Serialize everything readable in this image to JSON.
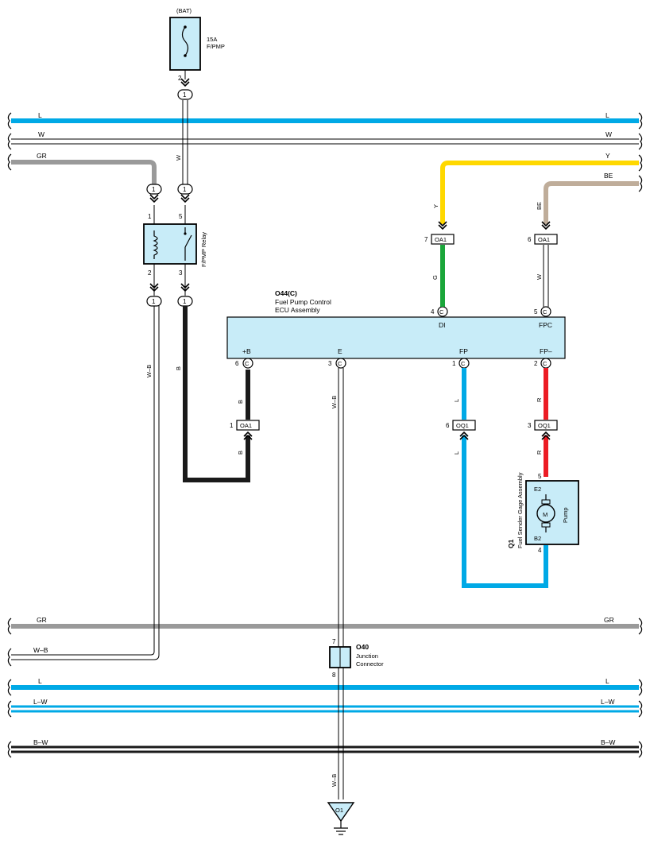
{
  "fuse": {
    "source": "(BAT)",
    "rating": "15A",
    "name": "F/PMP",
    "pin": "2"
  },
  "relay": {
    "name": "F/PMP Relay",
    "pins": {
      "p1": "1",
      "p2": "2",
      "p3": "3",
      "p5": "5"
    }
  },
  "ecu": {
    "code": "O44(C)",
    "name_line1": "Fuel Pump Control",
    "name_line2": "ECU Assembly",
    "terminals": {
      "di": "DI",
      "fpc": "FPC",
      "plusb": "+B",
      "e": "E",
      "fp": "FP",
      "fpminus": "FP–"
    },
    "pins": {
      "di": "4",
      "fpc": "5",
      "plusb": "6",
      "e": "3",
      "fp": "1",
      "fpminus": "2"
    },
    "conn_letter": "C"
  },
  "pump": {
    "code": "Q1",
    "name": "Fuel Sender Gage Assembly",
    "e2": "E2",
    "b2": "B2",
    "motor": "M",
    "pump_label": "Pump",
    "pin_top": "5",
    "pin_bottom": "4"
  },
  "junction": {
    "code": "O40",
    "name_line1": "Junction",
    "name_line2": "Connector",
    "pin_top": "7",
    "pin_bottom": "8"
  },
  "ground": {
    "code": "O1"
  },
  "connectors": {
    "one": "1",
    "oa1": "OA1",
    "oq1": "OQ1",
    "oa1_di_pin": "7",
    "oa1_fpc_pin": "6",
    "oa1_b_pin": "1",
    "oq1_fp_pin": "6",
    "oq1_fpm_pin": "3"
  },
  "buses": {
    "l": "L",
    "w": "W",
    "gr": "GR",
    "y": "Y",
    "be": "BE",
    "wb": "W–B",
    "lw": "L–W",
    "bw": "B–W"
  },
  "wires": {
    "w": "W",
    "y": "Y",
    "be": "BE",
    "g": "G",
    "wb": "W–B",
    "b": "B",
    "l": "L",
    "r": "R"
  },
  "colors": {
    "blue": "#00a9e6",
    "gray": "#9a9a9a",
    "yellow": "#ffd800",
    "tan": "#bfad9a",
    "green": "#1aa63a",
    "red": "#ec1c24",
    "black": "#1a1a1a",
    "component_fill": "#c8ecf8"
  }
}
